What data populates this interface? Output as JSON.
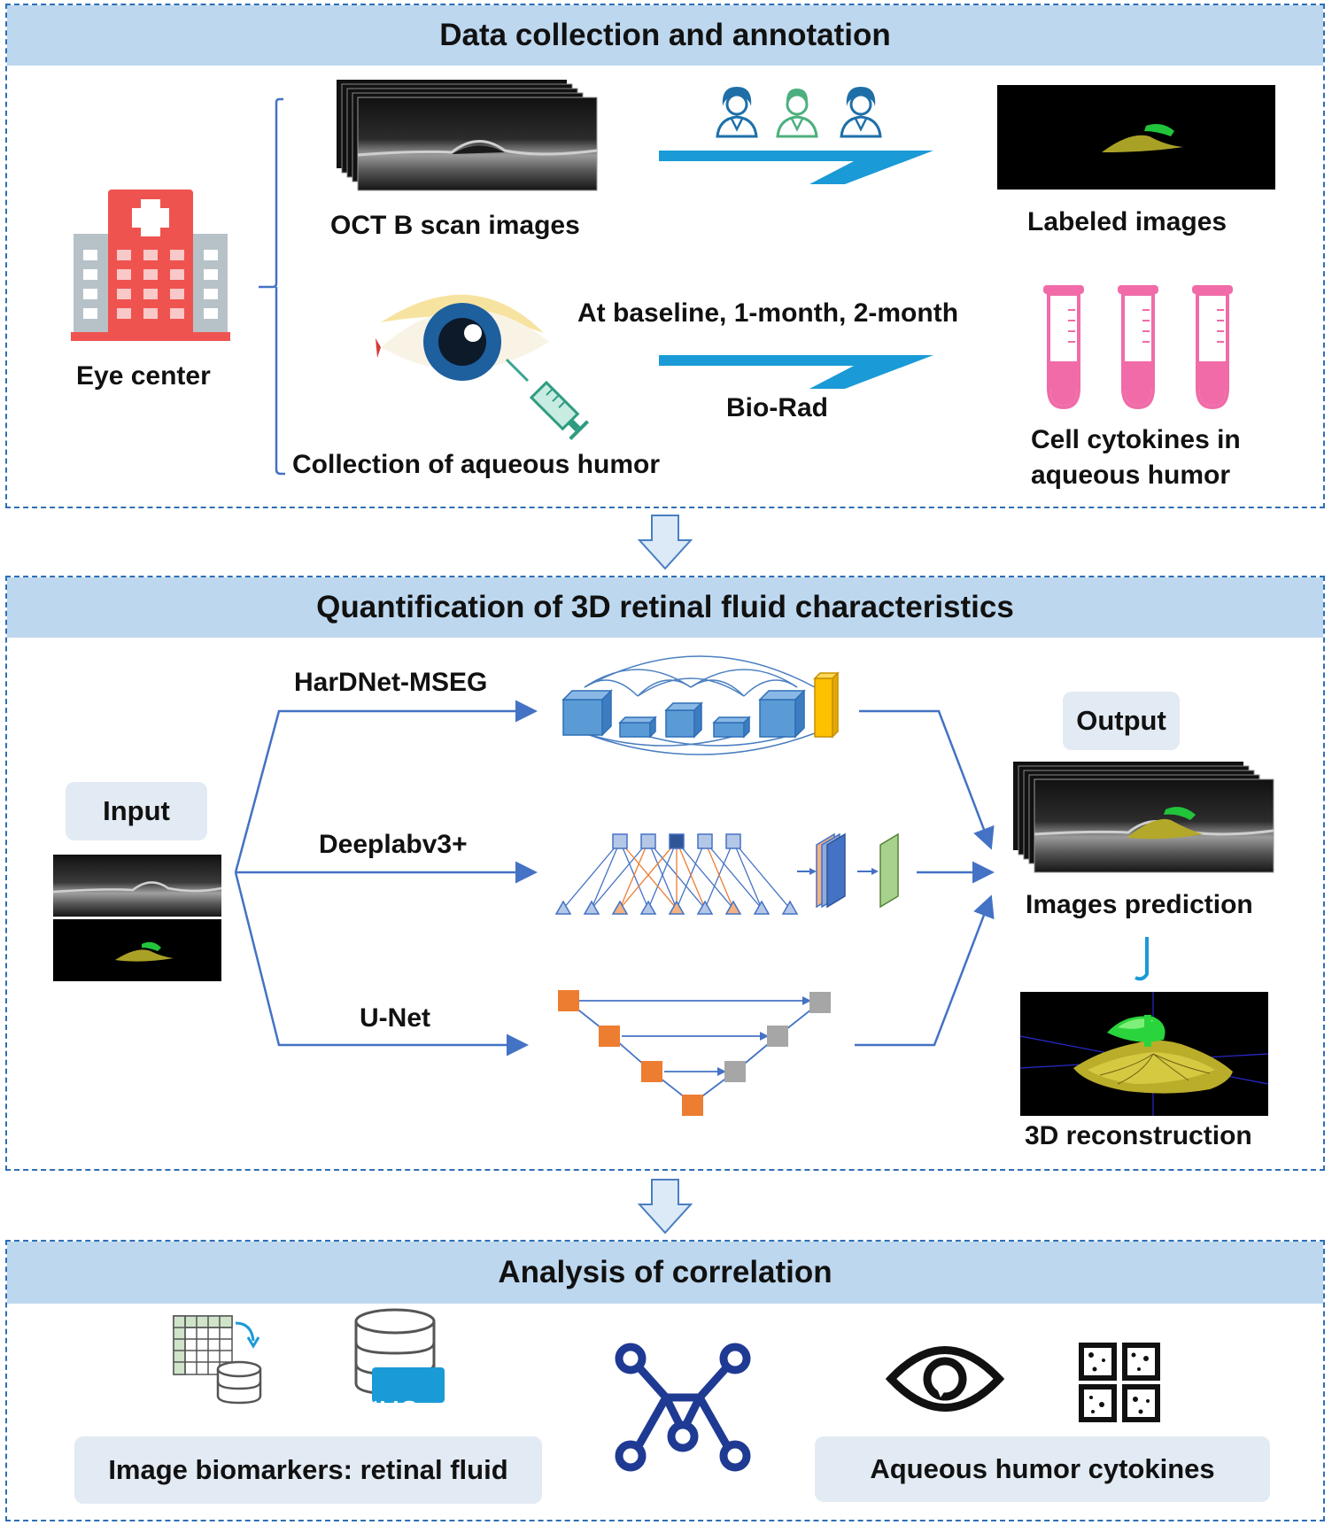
{
  "section1": {
    "title": "Data collection and annotation",
    "eye_center": "Eye center",
    "oct_label": "OCT B scan images",
    "labeled_label": "Labeled images",
    "timepoints": "At baseline, 1-month, 2-month",
    "biorad": "Bio-Rad",
    "aqueous_collection": "Collection of aqueous humor",
    "cytokines_line1": "Cell cytokines in",
    "cytokines_line2": "aqueous humor"
  },
  "section2": {
    "title": "Quantification of 3D retinal fluid characteristics",
    "input": "Input",
    "output": "Output",
    "model_hardnet": "HarDNet-MSEG",
    "model_deeplab": "Deeplabv3+",
    "model_unet": "U-Net",
    "prediction": "Images prediction",
    "reconstruction": "3D reconstruction"
  },
  "section3": {
    "title": "Analysis of correlation",
    "image_biomarkers": "Image biomarkers: retinal fluid",
    "img_badge": "IMG",
    "aqueous_cytokines": "Aqueous humor cytokines"
  },
  "colors": {
    "panel_border": "#2e6fb5",
    "header_fill": "#bdd7ee",
    "arrow_blue": "#1a9ad6",
    "line_blue": "#4472c4",
    "hospital_red": "#ef5350",
    "tube_pink": "#f06ba8"
  },
  "icons": [
    "hospital-icon",
    "doctor-icon",
    "eye-syringe-icon",
    "test-tube-icon",
    "database-icon",
    "network-icon",
    "eye-icon",
    "cytokine-grid-icon",
    "down-arrow-icon"
  ]
}
